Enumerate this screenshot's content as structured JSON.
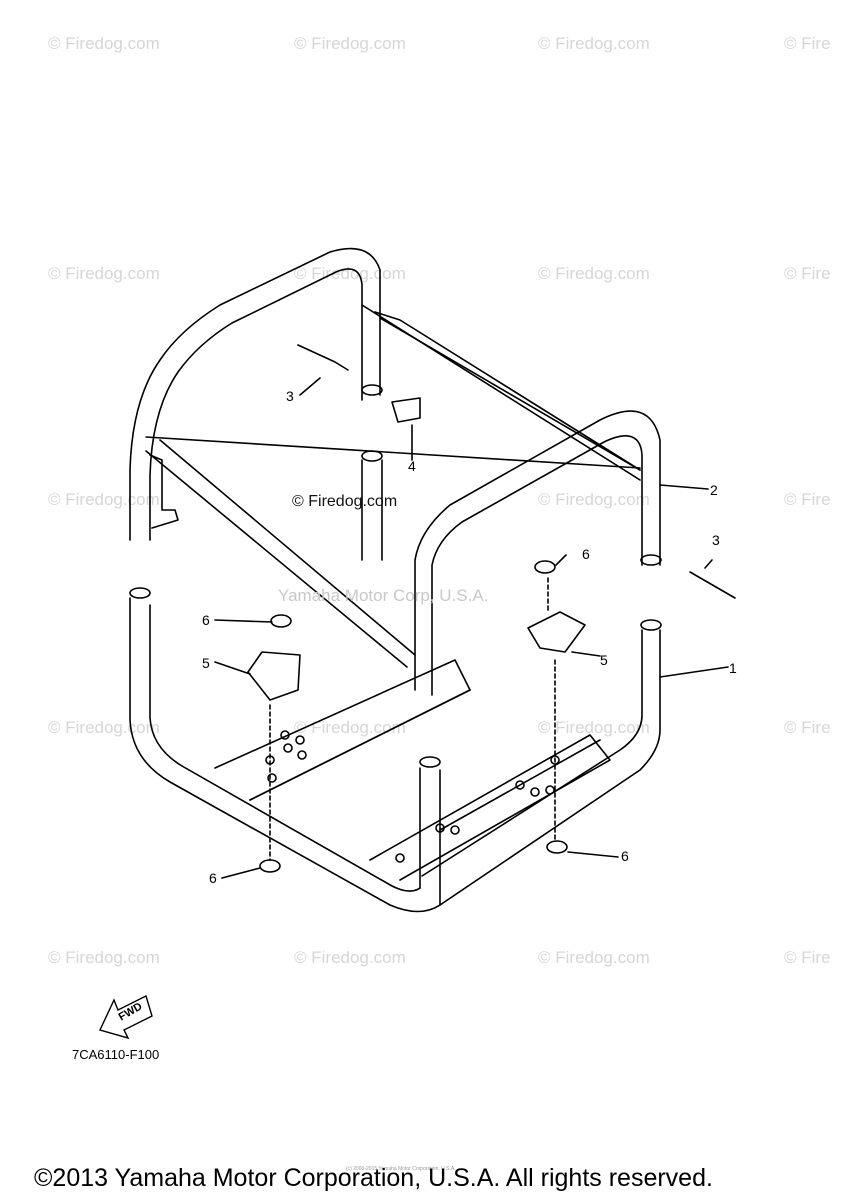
{
  "watermark_text": "© Firedog.com",
  "watermark_edge_text": "© Fire",
  "center_watermark": "© Firedog.com",
  "mid_watermark": "Yamaha Motor Corp, U.S.A.",
  "callouts": [
    "1",
    "2",
    "3",
    "3",
    "4",
    "5",
    "5",
    "6",
    "6",
    "6",
    "6"
  ],
  "fwd_label": "FWD",
  "part_code": "7CA6110-F100",
  "copyright": "©2013 Yamaha Motor Corporation, U.S.A. All rights reserved.",
  "tiny_footer": "(c) 2000-2015 Yamaha Motor Corporation, U.S.A."
}
